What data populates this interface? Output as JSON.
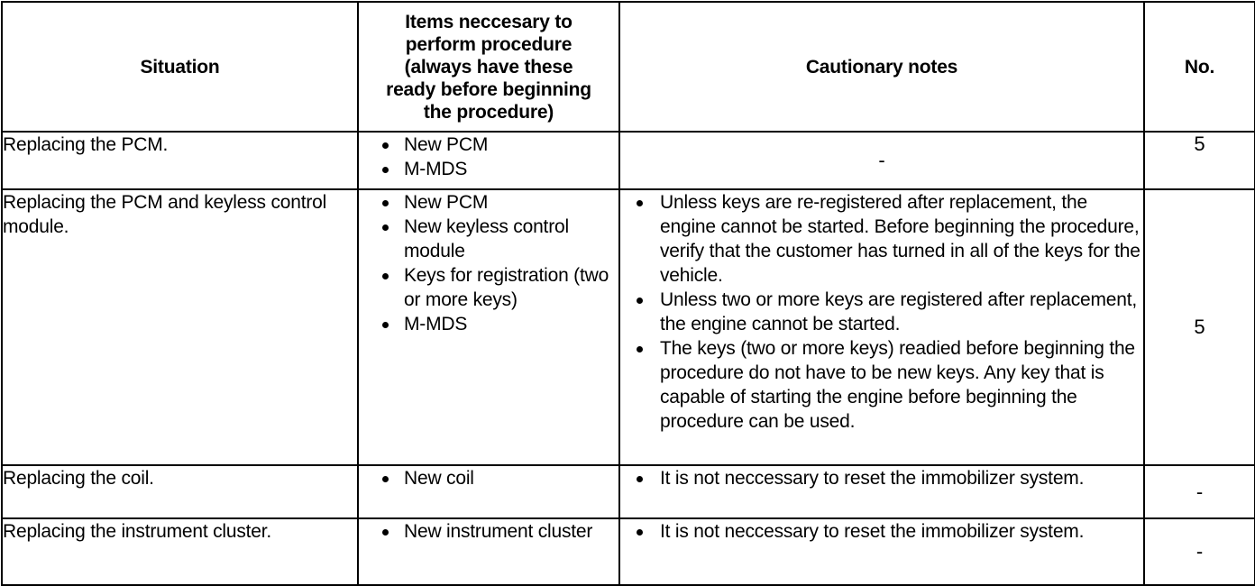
{
  "table": {
    "columns": [
      {
        "key": "situation",
        "label": "Situation"
      },
      {
        "key": "items",
        "label": "Items neccesary to perform procedure (always have these ready before beginning the procedure)"
      },
      {
        "key": "notes",
        "label": "Cautionary notes"
      },
      {
        "key": "no",
        "label": "No."
      }
    ],
    "header_items_lines": [
      "Items neccesary to",
      "perform procedure",
      "(always have these",
      "ready before beginning",
      "the procedure)"
    ],
    "rows": [
      {
        "situation": "Replacing the PCM.",
        "items": [
          "New PCM",
          "M-MDS"
        ],
        "notes": [],
        "notes_placeholder": "-",
        "no": "5"
      },
      {
        "situation": "Replacing the PCM and keyless control module.",
        "items": [
          "New PCM",
          "New keyless control module",
          "Keys for registration (two or more keys)",
          "M-MDS"
        ],
        "notes": [
          "Unless keys are re-registered after replacement, the engine cannot be started. Before beginning the procedure, verify that the customer has turned in all of the keys for the vehicle.",
          "Unless two or more keys are registered after replacement, the engine cannot be started.",
          "The keys (two or more keys) readied before beginning the procedure do not have to be new keys. Any key that is capable of starting the engine before beginning the procedure can be used."
        ],
        "notes_placeholder": "",
        "no": "5"
      },
      {
        "situation": "Replacing the coil.",
        "items": [
          "New coil"
        ],
        "notes": [
          "It is not neccessary to reset the immobilizer system."
        ],
        "notes_placeholder": "",
        "no": "-"
      },
      {
        "situation": "Replacing the instrument cluster.",
        "items": [
          "New instrument cluster"
        ],
        "notes": [
          "It is not neccessary to reset the immobilizer system."
        ],
        "notes_placeholder": "",
        "no": "-"
      }
    ]
  },
  "colors": {
    "border": "#000000",
    "text": "#000000",
    "background": "#ffffff"
  }
}
